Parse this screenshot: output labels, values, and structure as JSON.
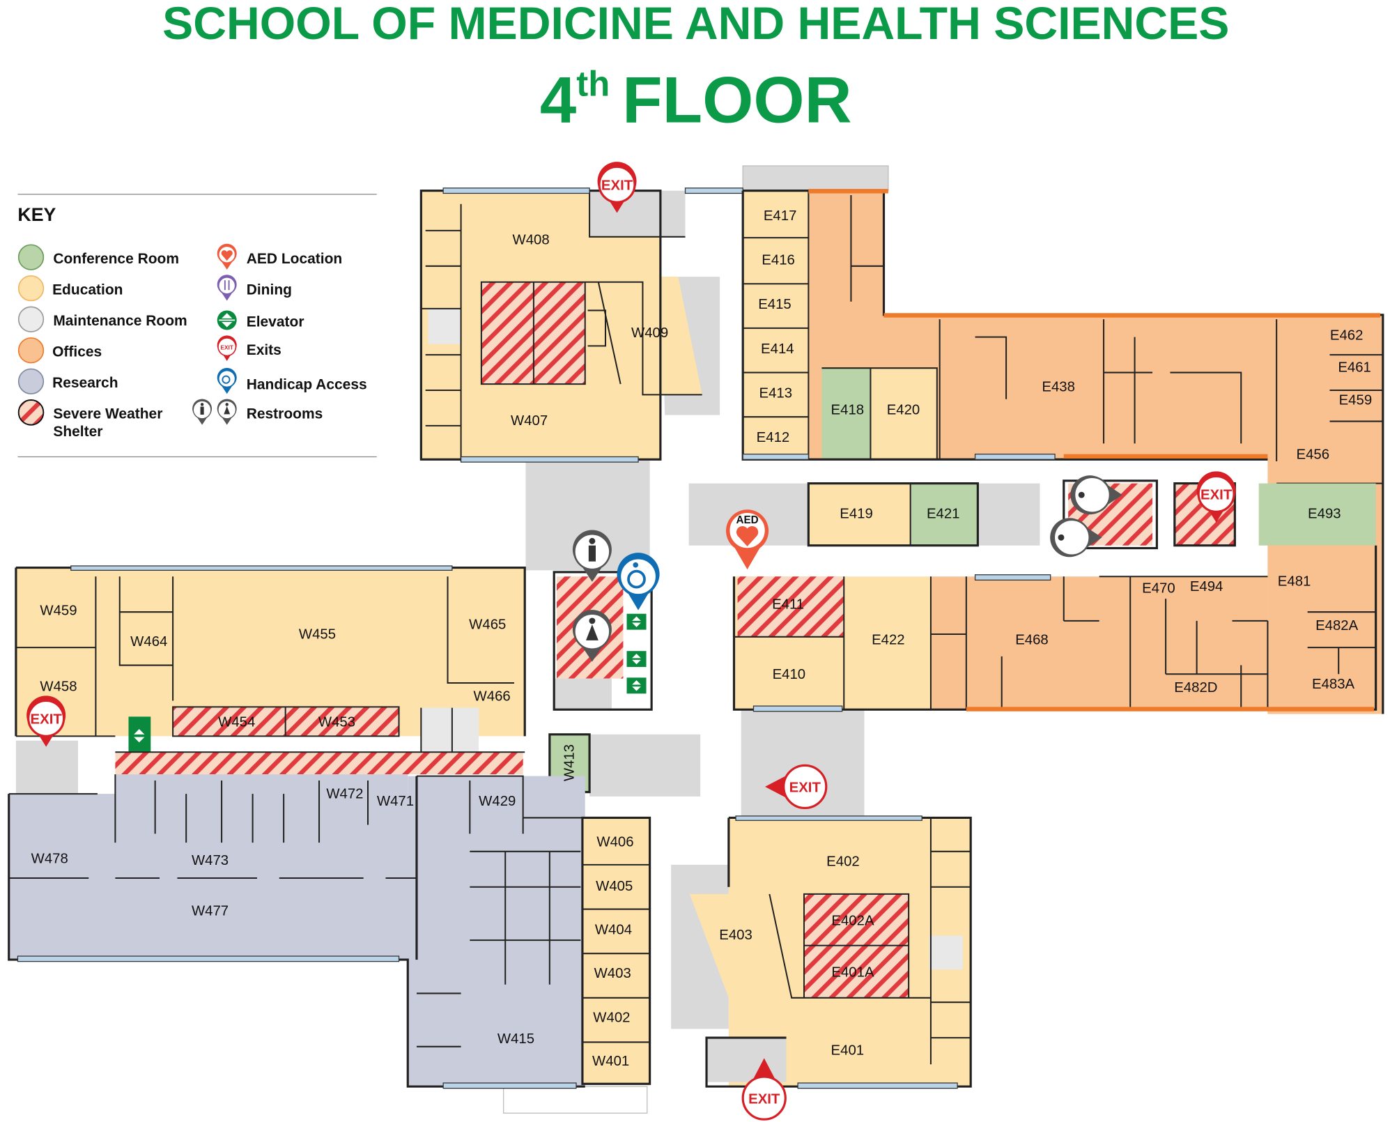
{
  "header": {
    "title": "SCHOOL OF MEDICINE AND HEALTH SCIENCES",
    "floor_number": "4",
    "floor_suffix": "th",
    "floor_word": "FLOOR"
  },
  "colors": {
    "brand_green": "#0a9a48",
    "conference": "#b8d4a8",
    "education": "#fde3ab",
    "maintenance": "#e8e8e8",
    "offices": "#f9c090",
    "research": "#c9ccdb",
    "shelter_stripe": "#e03a3e",
    "exit_red": "#d71f26",
    "handicap_blue": "#0f6db3"
  },
  "key": {
    "title": "KEY",
    "room_types": [
      {
        "label": "Conference Room",
        "icon": "green-circle"
      },
      {
        "label": "Education",
        "icon": "yellow-circle"
      },
      {
        "label": "Maintenance Room",
        "icon": "gray-circle"
      },
      {
        "label": "Offices",
        "icon": "orange-circle"
      },
      {
        "label": "Research",
        "icon": "lavender-circle"
      },
      {
        "label": "Severe Weather",
        "label2": "Shelter",
        "icon": "striped-circle"
      }
    ],
    "markers": [
      {
        "label": "AED Location",
        "icon": "aed-pin-icon",
        "pin_text": "AED"
      },
      {
        "label": "Dining",
        "icon": "dining-pin-icon"
      },
      {
        "label": "Elevator",
        "icon": "elevator-icon"
      },
      {
        "label": "Exits",
        "icon": "exit-pin-icon",
        "pin_text": "EXIT"
      },
      {
        "label": "Handicap Access",
        "icon": "handicap-pin-icon"
      },
      {
        "label": "Restrooms",
        "icon": "restroom-pin-icon"
      }
    ]
  },
  "markers": {
    "exit": "EXIT",
    "aed": "AED"
  },
  "rooms": {
    "W408": {
      "label": "W408",
      "type": "Education"
    },
    "W409": {
      "label": "W409",
      "type": "Education"
    },
    "W407": {
      "label": "W407",
      "type": "Education"
    },
    "E417": {
      "label": "E417",
      "type": "Education"
    },
    "E416": {
      "label": "E416",
      "type": "Education"
    },
    "E415": {
      "label": "E415",
      "type": "Education"
    },
    "E414": {
      "label": "E414",
      "type": "Education"
    },
    "E413": {
      "label": "E413",
      "type": "Education"
    },
    "E412": {
      "label": "E412",
      "type": "Education"
    },
    "E418": {
      "label": "E418",
      "type": "Conference Room"
    },
    "E420": {
      "label": "E420",
      "type": "Education"
    },
    "E438": {
      "label": "E438",
      "type": "Offices"
    },
    "E462": {
      "label": "E462",
      "type": "Offices"
    },
    "E461": {
      "label": "E461",
      "type": "Offices"
    },
    "E459": {
      "label": "E459",
      "type": "Offices"
    },
    "E456": {
      "label": "E456",
      "type": "Offices"
    },
    "E419": {
      "label": "E419",
      "type": "Education"
    },
    "E421": {
      "label": "E421",
      "type": "Conference Room"
    },
    "E493": {
      "label": "E493",
      "type": "Conference Room"
    },
    "E411": {
      "label": "E411",
      "type": "Severe Weather Shelter"
    },
    "E422": {
      "label": "E422",
      "type": "Education"
    },
    "E410": {
      "label": "E410",
      "type": "Education"
    },
    "E468": {
      "label": "E468",
      "type": "Offices"
    },
    "E470": {
      "label": "E470",
      "type": "Offices"
    },
    "E494": {
      "label": "E494",
      "type": "Offices"
    },
    "E481": {
      "label": "E481",
      "type": "Offices"
    },
    "E482A": {
      "label": "E482A",
      "type": "Offices"
    },
    "E482D": {
      "label": "E482D",
      "type": "Offices"
    },
    "E483A": {
      "label": "E483A",
      "type": "Offices"
    },
    "W459": {
      "label": "W459",
      "type": "Education"
    },
    "W464": {
      "label": "W464",
      "type": "Education"
    },
    "W455": {
      "label": "W455",
      "type": "Education"
    },
    "W465": {
      "label": "W465",
      "type": "Education"
    },
    "W458": {
      "label": "W458",
      "type": "Education"
    },
    "W466": {
      "label": "W466",
      "type": "Education"
    },
    "W454": {
      "label": "W454",
      "type": "Severe Weather Shelter"
    },
    "W453": {
      "label": "W453",
      "type": "Severe Weather Shelter"
    },
    "W413": {
      "label": "W413",
      "type": "Conference Room"
    },
    "W472": {
      "label": "W472",
      "type": "Research"
    },
    "W471": {
      "label": "W471",
      "type": "Research"
    },
    "W429": {
      "label": "W429",
      "type": "Research"
    },
    "W478": {
      "label": "W478",
      "type": "Research"
    },
    "W473": {
      "label": "W473",
      "type": "Research"
    },
    "W477": {
      "label": "W477",
      "type": "Research"
    },
    "W406": {
      "label": "W406",
      "type": "Education"
    },
    "W405": {
      "label": "W405",
      "type": "Education"
    },
    "W404": {
      "label": "W404",
      "type": "Education"
    },
    "W403": {
      "label": "W403",
      "type": "Education"
    },
    "W402": {
      "label": "W402",
      "type": "Education"
    },
    "W401": {
      "label": "W401",
      "type": "Education"
    },
    "W415": {
      "label": "W415",
      "type": "Research"
    },
    "E402": {
      "label": "E402",
      "type": "Education"
    },
    "E402A": {
      "label": "E402A",
      "type": "Severe Weather Shelter"
    },
    "E401A": {
      "label": "E401A",
      "type": "Severe Weather Shelter"
    },
    "E403": {
      "label": "E403",
      "type": "Education"
    },
    "E401": {
      "label": "E401",
      "type": "Education"
    }
  }
}
